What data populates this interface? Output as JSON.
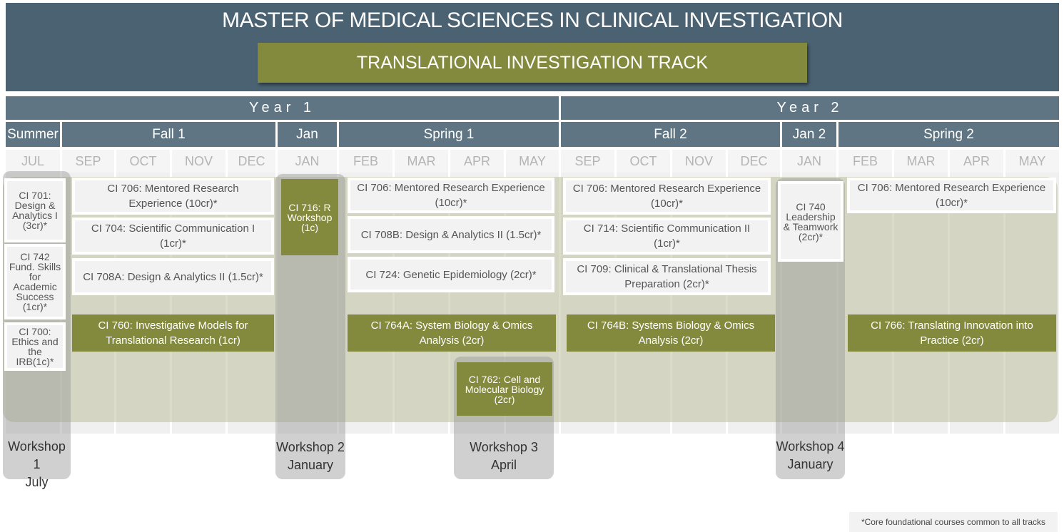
{
  "title": "MASTER OF MEDICAL SCIENCES IN CLINICAL INVESTIGATION",
  "track": "TRANSLATIONAL INVESTIGATION TRACK",
  "years": [
    "Year 1",
    "Year 2"
  ],
  "terms": [
    "Summer",
    "Fall 1",
    "Jan",
    "Spring 1",
    "Fall 2",
    "Jan 2",
    "Spring 2"
  ],
  "months": [
    "JUL",
    "SEP",
    "OCT",
    "NOV",
    "DEC",
    "JAN",
    "FEB",
    "MAR",
    "APR",
    "MAY",
    "SEP",
    "OCT",
    "NOV",
    "DEC",
    "JAN",
    "FEB",
    "MAR",
    "APR",
    "MAY"
  ],
  "courses": {
    "ci701": "CI 701: Design & Analytics I (3cr)*",
    "ci742": "CI 742 Fund. Skills for Academic Success (1cr)*",
    "ci700": "CI 700: Ethics and the IRB(1c)*",
    "ci706_f1": "CI 706: Mentored Research Experience (10cr)*",
    "ci704": "CI 704: Scientific Communication I (1cr)*",
    "ci708a": "CI 708A: Design & Analytics II (1.5cr)*",
    "ci760": "CI 760: Investigative Models for Translational Research (1cr)",
    "ci716": "CI 716: R Workshop (1c)",
    "ci706_s1": "CI 706: Mentored Research Experience (10cr)*",
    "ci708b": "CI 708B: Design & Analytics II (1.5cr)*",
    "ci724": "CI 724: Genetic Epidemiology (2cr)*",
    "ci764a": "CI 764A: System Biology & Omics Analysis (2cr)",
    "ci762": "CI 762: Cell and Molecular Biology (2cr)",
    "ci706_f2": "CI 706: Mentored Research Experience (10cr)*",
    "ci714": "CI 714: Scientific Communication II (1cr)*",
    "ci709": "CI 709: Clinical & Translational Thesis Preparation (2cr)*",
    "ci764b": "CI 764B: Systems Biology & Omics Analysis (2cr)",
    "ci740": "CI 740 Leadership & Teamwork (2cr)*",
    "ci706_s2": "CI 706: Mentored Research Experience (10cr)*",
    "ci766": "CI 766: Translating Innovation into Practice (2cr)"
  },
  "workshops": [
    {
      "name": "Workshop 1",
      "month": "July"
    },
    {
      "name": "Workshop 2",
      "month": "January"
    },
    {
      "name": "Workshop 3",
      "month": "April"
    },
    {
      "name": "Workshop 4",
      "month": "January"
    }
  ],
  "footnote": "*Core foundational courses common to all tracks",
  "colors": {
    "header": "#4a6272",
    "bar": "#5f7583",
    "olive": "#838a3e"
  }
}
